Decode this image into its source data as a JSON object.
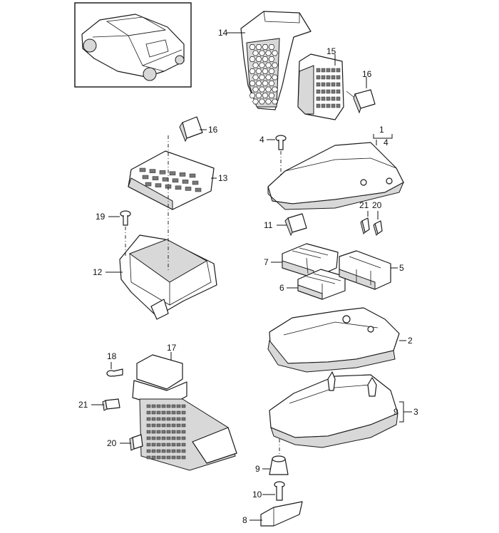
{
  "inset": {
    "description_icon": "vehicle-thumbnail-icon"
  },
  "callouts": {
    "c1": "1",
    "c4": "4",
    "c2": "2",
    "c3": "3",
    "c9": "9",
    "c5": "5",
    "c6": "6",
    "c7": "7",
    "c8": "8",
    "c10": "10",
    "c11": "11",
    "c12": "12",
    "c13": "13",
    "c14": "14",
    "c15": "15",
    "c16a": "16",
    "c16b": "16",
    "c17": "17",
    "c18": "18",
    "c19": "19",
    "c20a": "20",
    "c20b": "20",
    "c21a": "21",
    "c21b": "21",
    "c4b": "4"
  }
}
